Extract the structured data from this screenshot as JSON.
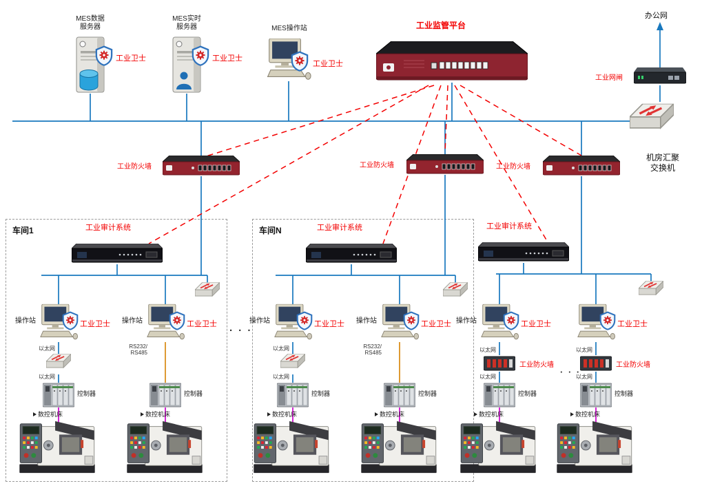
{
  "top": {
    "server1_line1": "MES数据",
    "server1_line2": "服务器",
    "server1_guard": "工业卫士",
    "server2_line1": "MES实时",
    "server2_line2": "服务器",
    "server2_guard": "工业卫士",
    "station_label": "MES操作站",
    "station_guard": "工业卫士",
    "platform_label": "工业监管平台",
    "office_label": "办公网",
    "gateway_label": "工业网闸",
    "agg_line1": "机房汇聚",
    "agg_line2": "交换机"
  },
  "firewalls": [
    {
      "label": "工业防火墙"
    },
    {
      "label": "工业防火墙"
    },
    {
      "label": "工业防火墙"
    }
  ],
  "ellipsis_mid": "· · ·",
  "ellipsis_right": "· · ·",
  "workshops": [
    {
      "title": "车间1",
      "audit_label": "工业审计系统",
      "left": {
        "station": "操作站",
        "guard": "工业卫士",
        "eth_top": "以太网",
        "eth_bottom": "以太网",
        "controller": "控制器",
        "cnc": "数控机床"
      },
      "right": {
        "station": "操作站",
        "guard": "工业卫士",
        "serial_line1": "RS232/",
        "serial_line2": "RS485",
        "controller": "控制器",
        "cnc": "数控机床"
      }
    },
    {
      "title": "车间N",
      "audit_label": "工业审计系统",
      "left": {
        "station": "操作站",
        "guard": "工业卫士",
        "eth_top": "以太网",
        "eth_bottom": "以太网",
        "controller": "控制器",
        "cnc": "数控机床"
      },
      "right": {
        "station": "操作站",
        "guard": "工业卫士",
        "serial_line1": "RS232/",
        "serial_line2": "RS485",
        "controller": "控制器",
        "cnc": "数控机床"
      }
    },
    {
      "audit_label": "工业审计系统",
      "left": {
        "station": "操作站",
        "guard": "工业卫士",
        "eth_top": "以太网",
        "firewall_label": "工业防火墙",
        "eth_bottom": "以太网",
        "controller": "控制器",
        "cnc": "数控机床"
      },
      "right": {
        "guard": "工业卫士",
        "eth_top": "以太网",
        "firewall_label": "工业防火墙",
        "eth_bottom": "以太网",
        "controller": "控制器",
        "cnc": "数控机床"
      }
    }
  ]
}
